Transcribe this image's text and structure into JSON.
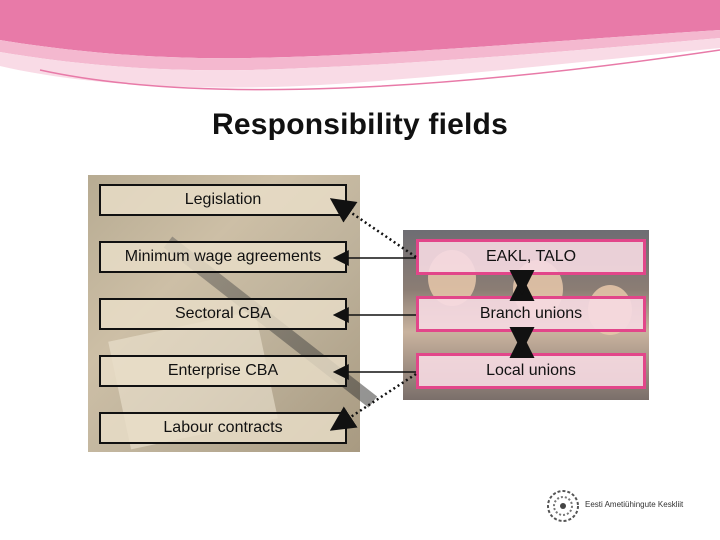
{
  "title": "Responsibility fields",
  "left_boxes": [
    {
      "label": "Legislation"
    },
    {
      "label": "Minimum wage agreements"
    },
    {
      "label": "Sectoral CBA"
    },
    {
      "label": "Enterprise CBA"
    },
    {
      "label": "Labour contracts"
    }
  ],
  "right_boxes": [
    {
      "label": "EAKL, TALO"
    },
    {
      "label": "Branch unions"
    },
    {
      "label": "Local unions"
    }
  ],
  "logo": {
    "text": "Eesti Ametiühingute Keskliit"
  },
  "colors": {
    "accent": "#e2468a",
    "header_pink": "#e0689c",
    "box_border_right": "#e2468a"
  }
}
